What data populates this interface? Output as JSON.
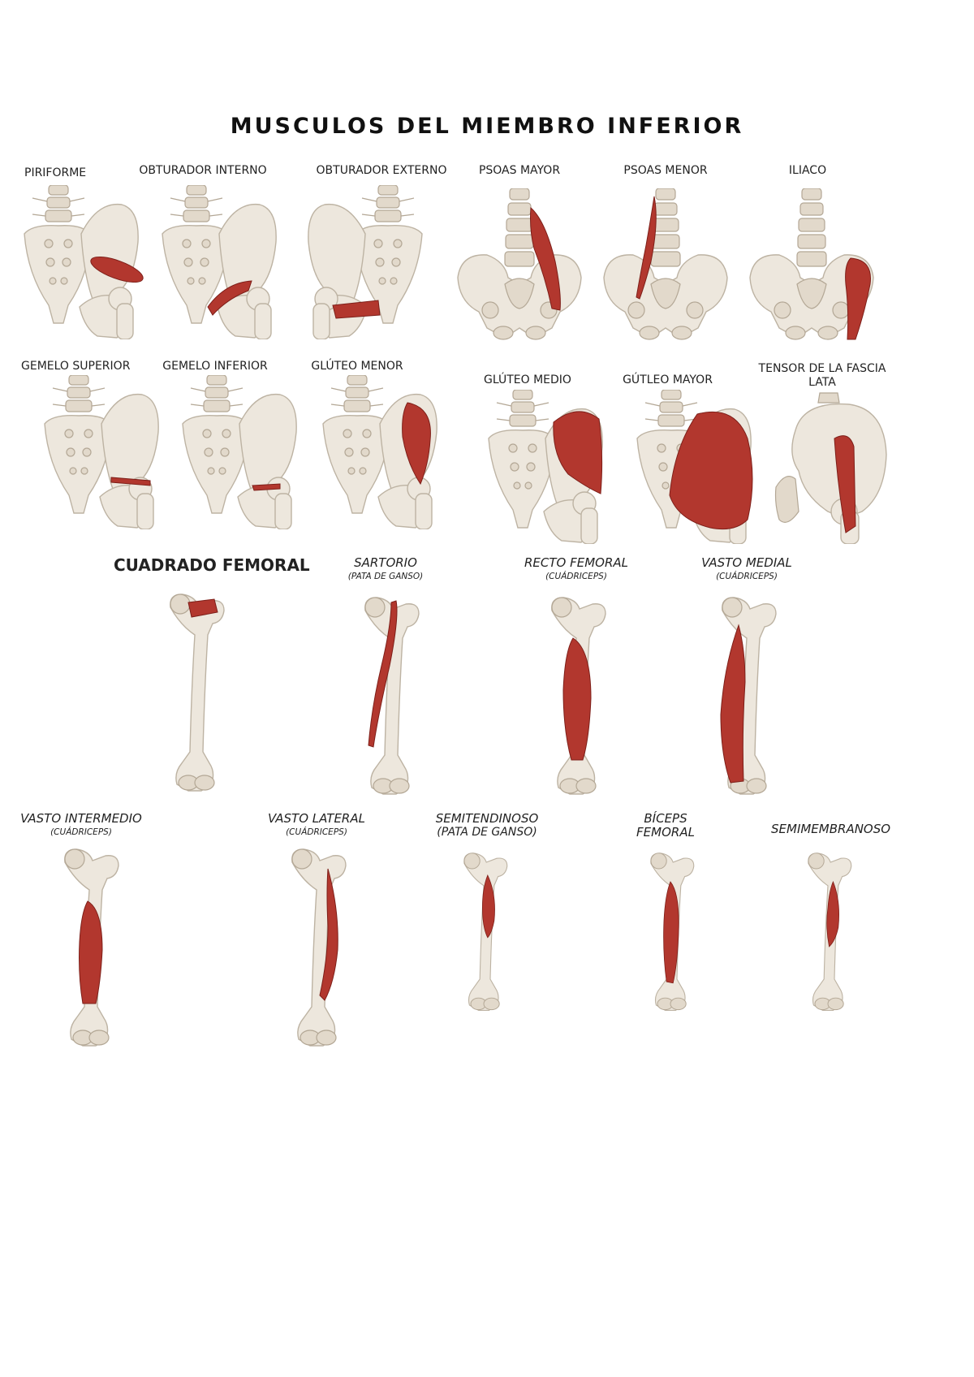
{
  "title": "MUSCULOS DEL MIEMBRO INFERIOR",
  "rows": [
    {
      "items": [
        {
          "label": "PIRIFORME",
          "figure": "pelvis-posterior"
        },
        {
          "label": "OBTURADOR INTERNO",
          "figure": "pelvis-posterior"
        },
        {
          "label": "OBTURADOR EXTERNO",
          "figure": "pelvis-anterior-oblique"
        },
        {
          "label": "PSOAS MAYOR",
          "figure": "pelvis-anterior"
        },
        {
          "label": "PSOAS MENOR",
          "figure": "pelvis-anterior"
        },
        {
          "label": "ILIACO",
          "figure": "pelvis-anterior"
        }
      ]
    },
    {
      "items": [
        {
          "label": "GEMELO SUPERIOR",
          "figure": "pelvis-posterior"
        },
        {
          "label": "GEMELO INFERIOR",
          "figure": "pelvis-posterior"
        },
        {
          "label": "GLÚTEO MENOR",
          "figure": "pelvis-posterior"
        },
        {
          "label": "GLÚTEO MEDIO",
          "figure": "pelvis-posterior"
        },
        {
          "label": "GÚTLEO MAYOR",
          "figure": "pelvis-posterior"
        },
        {
          "label": "TENSOR DE LA FASCIA LATA",
          "figure": "pelvis-lateral"
        }
      ]
    },
    {
      "items": [
        {
          "label": "CUADRADO FEMORAL",
          "sub": "",
          "figure": "femur"
        },
        {
          "label": "SARTORIO",
          "sub": "(PATA DE GANSO)",
          "figure": "thigh"
        },
        {
          "label": "RECTO FEMORAL",
          "sub": "(CUÁDRICEPS)",
          "figure": "thigh"
        },
        {
          "label": "VASTO MEDIAL",
          "sub": "(CUÁDRICEPS)",
          "figure": "thigh"
        }
      ]
    },
    {
      "items": [
        {
          "label": "VASTO INTERMEDIO",
          "sub": "(CUÁDRICEPS)",
          "figure": "femur"
        },
        {
          "label": "VASTO LATERAL",
          "sub": "(CUÁDRICEPS)",
          "figure": "femur"
        },
        {
          "label": "SEMITENDINOSO",
          "sub": "(PATA DE GANSO)",
          "figure": "thigh-posterior"
        },
        {
          "label": "BÍCEPS FEMORAL",
          "sub": "",
          "figure": "thigh-posterior"
        },
        {
          "label": "SEMIMEMBRANOSO",
          "sub": "",
          "figure": "thigh-posterior"
        }
      ]
    }
  ],
  "colors": {
    "bone": "#ede7dd",
    "muscle": "#b2372e"
  }
}
